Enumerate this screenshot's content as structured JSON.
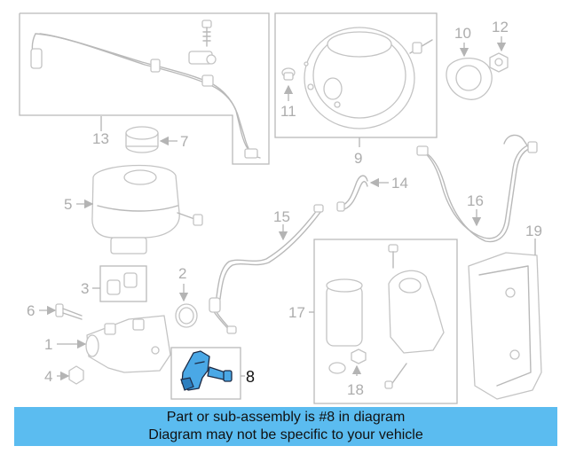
{
  "callouts": [
    "1",
    "2",
    "3",
    "4",
    "5",
    "6",
    "7",
    "8",
    "9",
    "10",
    "11",
    "12",
    "13",
    "14",
    "15",
    "16",
    "17",
    "18",
    "19"
  ],
  "highlighted_part": "8",
  "highlight_color": "#4aa8e6",
  "banner_color": "#5bbcf0",
  "banner": {
    "line1": "Part or sub-assembly is #8 in diagram",
    "line2": "Diagram may not be specific to your vehicle"
  }
}
